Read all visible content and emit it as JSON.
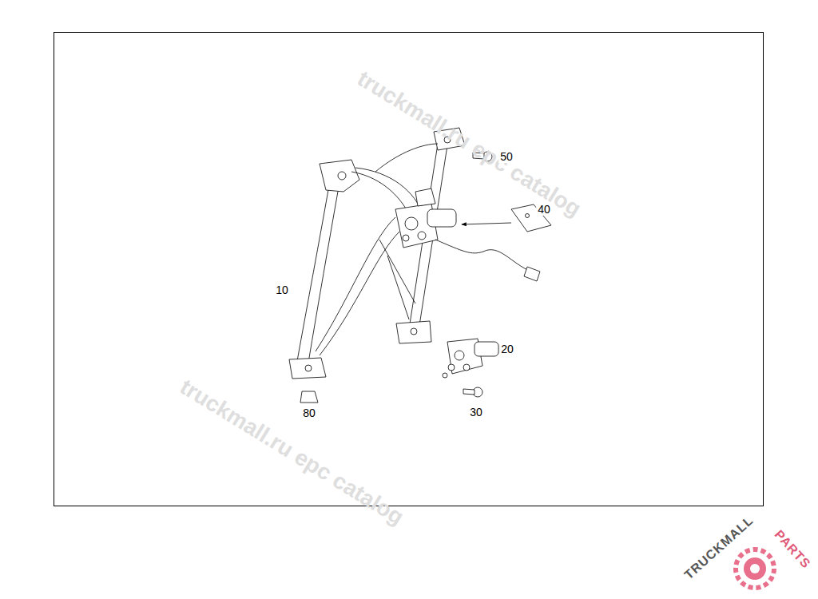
{
  "diagram": {
    "labels": [
      "50",
      "40",
      "10",
      "20",
      "80",
      "30",
      "truckmall.ru epc catalog",
      "truckmall.ru epc catalog",
      "TRUCKMALL",
      "PARTS"
    ]
  }
}
